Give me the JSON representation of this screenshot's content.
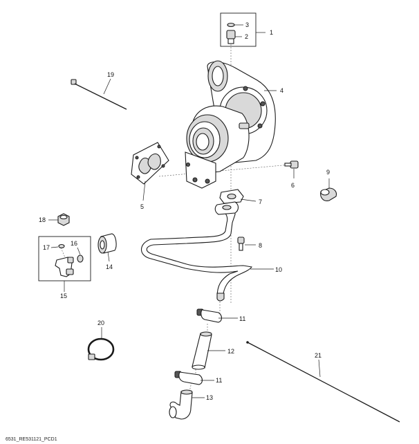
{
  "callouts": {
    "c1": "1",
    "c2": "2",
    "c3": "3",
    "c4": "4",
    "c5": "5",
    "c6": "6",
    "c7": "7",
    "c8": "8",
    "c9": "9",
    "c10": "10",
    "c11a": "11",
    "c11b": "11",
    "c12": "12",
    "c13": "13",
    "c14": "14",
    "c15": "15",
    "c16": "16",
    "c17": "17",
    "c18": "18",
    "c19": "19",
    "c20": "20",
    "c21": "21"
  },
  "footer": {
    "code": "6531_RE531121_PCD1"
  }
}
